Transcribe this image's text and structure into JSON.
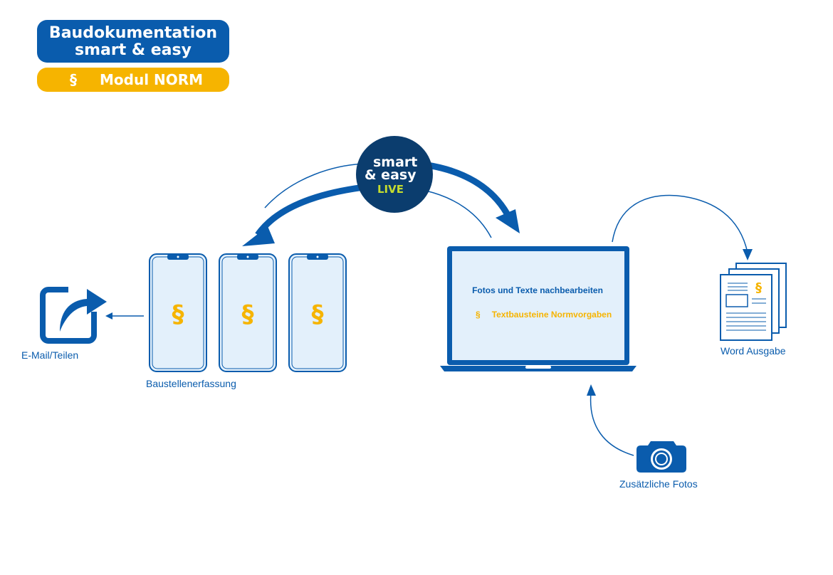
{
  "badge": {
    "title_line1": "Baudokumentation",
    "title_line2": "smart & easy",
    "module_symbol": "§",
    "module_label": "Modul NORM"
  },
  "center_badge": {
    "line1": "smart",
    "line2": "& easy",
    "line3": "LIVE"
  },
  "laptop": {
    "title": "Fotos und Texte nachbearbeiten",
    "symbol": "§",
    "subtitle": "Textbausteine Normvorgaben"
  },
  "phones": {
    "symbol": "§",
    "count": 3,
    "label": "Baustellenerfassung"
  },
  "share": {
    "label": "E-Mail/Teilen",
    "icon": "share-arrow-icon"
  },
  "word": {
    "label": "Word Ausgabe",
    "symbol": "§",
    "icon": "document-stack-icon"
  },
  "camera": {
    "label": "Zusätzliche Fotos",
    "icon": "camera-icon"
  },
  "colors": {
    "primary_blue": "#0a5cad",
    "dark_navy": "#0b3d6e",
    "accent_yellow": "#f6b400",
    "live_green": "#c4dc2f",
    "screen_fill": "#e3f0fb"
  }
}
